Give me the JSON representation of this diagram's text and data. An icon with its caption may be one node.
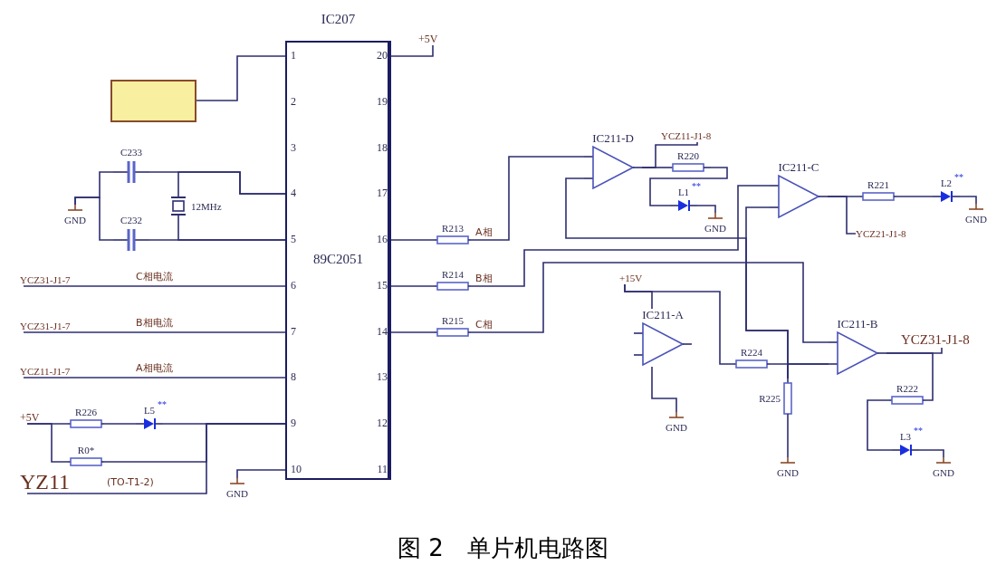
{
  "diagram": {
    "caption": "图 2　单片机电路图",
    "nodes": [
      {
        "text": [
          "IC207",
          "89C2051"
        ]
      },
      {
        "text": [],
        "shape": "box"
      },
      {
        "text": [
          "C233"
        ]
      },
      {
        "text": [
          "C232"
        ]
      },
      {
        "text": [
          "12MHz"
        ]
      },
      {
        "text": [
          "GND"
        ]
      },
      {
        "text": [
          "+5V"
        ]
      },
      {
        "text": [
          "YCZ31-J1-7"
        ]
      },
      {
        "text": [
          "YCZ31-J1-7"
        ]
      },
      {
        "text": [
          "YCZ11-J1-7"
        ]
      },
      {
        "text": [
          "+5V"
        ]
      },
      {
        "text": [
          "R226"
        ]
      },
      {
        "text": [
          "R0*"
        ]
      },
      {
        "text": [
          "L5"
        ],
        "beside": [
          "**"
        ]
      },
      {
        "text": [
          "YZ11"
        ]
      },
      {
        "text": [
          "GND"
        ]
      },
      {
        "text": [
          "R213"
        ]
      },
      {
        "text": [
          "R214"
        ]
      },
      {
        "text": [
          "R215"
        ]
      },
      {
        "text": [
          "IC211-D"
        ]
      },
      {
        "text": [
          "YCZ11-J1-8"
        ]
      },
      {
        "text": [
          "R220"
        ]
      },
      {
        "text": [
          "L1"
        ],
        "beside": [
          "**"
        ]
      },
      {
        "text": [
          "GND"
        ]
      },
      {
        "text": [
          "IC211-C"
        ]
      },
      {
        "text": [
          "R221"
        ]
      },
      {
        "text": [
          "L2"
        ],
        "beside": [
          "**"
        ]
      },
      {
        "text": [
          "GND"
        ]
      },
      {
        "text": [
          "YCZ21-J1-8"
        ]
      },
      {
        "text": [
          "+15V"
        ]
      },
      {
        "text": [
          "IC211-A"
        ]
      },
      {
        "text": [
          "GND"
        ]
      },
      {
        "text": [
          "R224"
        ]
      },
      {
        "text": [
          "R225"
        ]
      },
      {
        "text": [
          "GND"
        ]
      },
      {
        "text": [
          "IC211-B"
        ]
      },
      {
        "text": [
          "YCZ31-J1-8"
        ]
      },
      {
        "text": [
          "R222"
        ]
      },
      {
        "text": [
          "L3"
        ],
        "beside": [
          "**"
        ]
      },
      {
        "text": [
          "GND"
        ]
      }
    ],
    "edges": [
      {
        "from": 1,
        "to": 0,
        "arrow": "none"
      },
      {
        "from": 5,
        "to": 2,
        "arrow": "none"
      },
      {
        "from": 5,
        "to": 3,
        "arrow": "none"
      },
      {
        "from": 2,
        "to": 0,
        "arrow": "none"
      },
      {
        "from": 4,
        "to": 0,
        "arrow": "none"
      },
      {
        "from": 3,
        "to": 0,
        "arrow": "none"
      },
      {
        "from": 4,
        "to": 0,
        "arrow": "none"
      },
      {
        "from": 0,
        "to": 6,
        "arrow": "none"
      },
      {
        "from": 7,
        "to": 0,
        "arrow": "none",
        "label": "C相电流"
      },
      {
        "from": 8,
        "to": 0,
        "arrow": "none",
        "label": "B相电流"
      },
      {
        "from": 9,
        "to": 0,
        "arrow": "none",
        "label": "A相电流"
      },
      {
        "from": 10,
        "to": 11,
        "arrow": "none"
      },
      {
        "from": 10,
        "to": 12,
        "arrow": "none"
      },
      {
        "from": 11,
        "to": 13,
        "arrow": "none"
      },
      {
        "from": 13,
        "to": 0,
        "arrow": "none"
      },
      {
        "from": 12,
        "to": 0,
        "arrow": "none"
      },
      {
        "from": 14,
        "to": 0,
        "arrow": "none",
        "label": "(TO-T1-2)"
      },
      {
        "from": 0,
        "to": 15,
        "arrow": "none"
      },
      {
        "from": 0,
        "to": 16,
        "arrow": "none"
      },
      {
        "from": 0,
        "to": 17,
        "arrow": "none"
      },
      {
        "from": 0,
        "to": 18,
        "arrow": "none"
      },
      {
        "from": 16,
        "to": 19,
        "arrow": "none",
        "label": "A相"
      },
      {
        "from": 17,
        "to": 24,
        "arrow": "none",
        "label": "B相"
      },
      {
        "from": 18,
        "to": 35,
        "arrow": "none",
        "label": "C相"
      },
      {
        "from": 19,
        "to": 21,
        "arrow": "none"
      },
      {
        "from": 21,
        "to": 22,
        "arrow": "none"
      },
      {
        "from": 22,
        "to": 23,
        "arrow": "none"
      },
      {
        "from": 19,
        "to": 20,
        "arrow": "none"
      },
      {
        "from": 19,
        "to": 33,
        "arrow": "none"
      },
      {
        "from": 24,
        "to": 33,
        "arrow": "none"
      },
      {
        "from": 24,
        "to": 25,
        "arrow": "none"
      },
      {
        "from": 25,
        "to": 26,
        "arrow": "none"
      },
      {
        "from": 26,
        "to": 27,
        "arrow": "none"
      },
      {
        "from": 24,
        "to": 28,
        "arrow": "none"
      },
      {
        "from": 29,
        "to": 30,
        "arrow": "none"
      },
      {
        "from": 29,
        "to": 32,
        "arrow": "none"
      },
      {
        "from": 30,
        "to": 31,
        "arrow": "none"
      },
      {
        "from": 32,
        "to": 35,
        "arrow": "none"
      },
      {
        "from": 33,
        "to": 35,
        "arrow": "none"
      },
      {
        "from": 33,
        "to": 34,
        "arrow": "none"
      },
      {
        "from": 35,
        "to": 36,
        "arrow": "none"
      },
      {
        "from": 35,
        "to": 37,
        "arrow": "none"
      },
      {
        "from": 37,
        "to": 38,
        "arrow": "none"
      },
      {
        "from": 38,
        "to": 39,
        "arrow": "none"
      }
    ],
    "labels": [
      "1",
      "20",
      "2",
      "19",
      "3",
      "18",
      "4",
      "17",
      "5",
      "16",
      "6",
      "15",
      "7",
      "14",
      "8",
      "13",
      "9",
      "12",
      "10",
      "11"
    ]
  }
}
